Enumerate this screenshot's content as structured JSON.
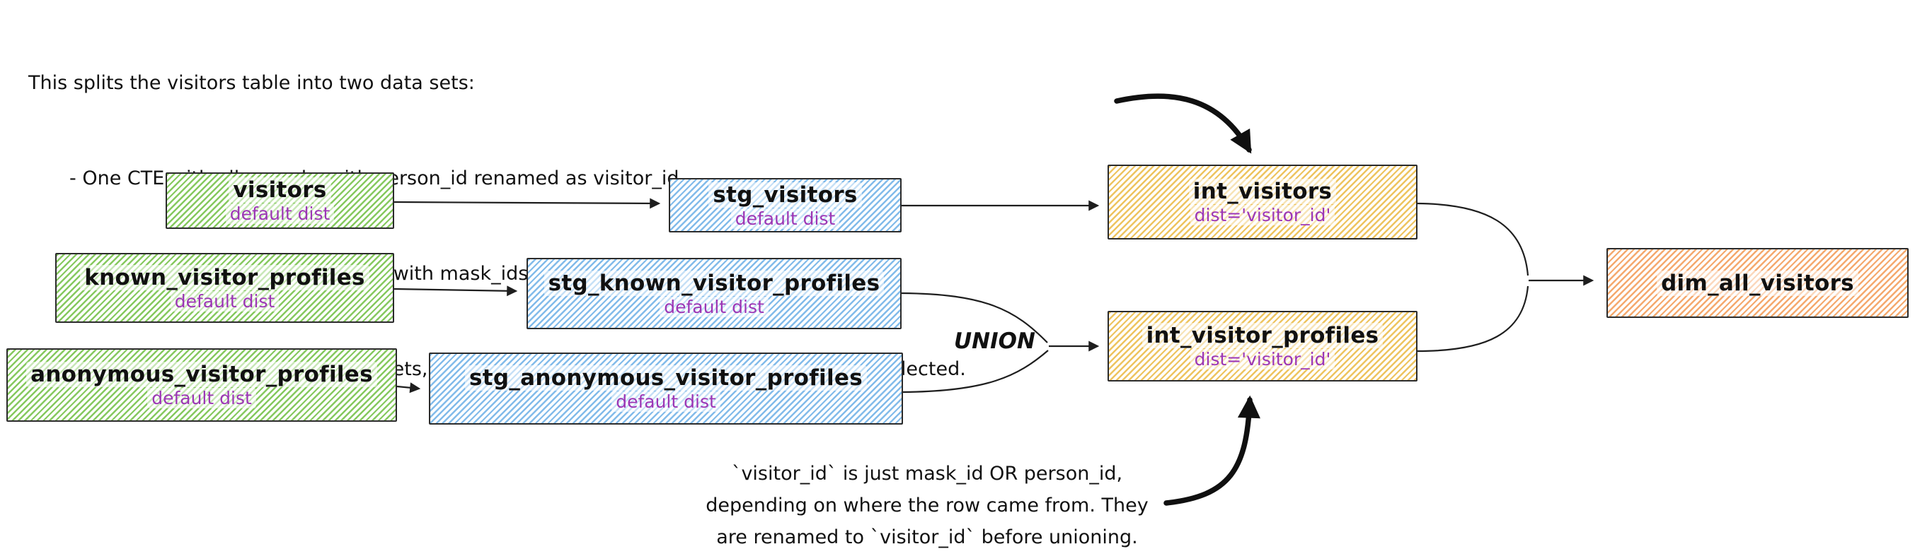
{
  "top_note": {
    "lines": [
      "This splits the visitors table into two data sets:",
      "- One CTE with all records, with person_id renamed as visitor_id.",
      "- One CTE filtered to only records with mask_ids, with mask_id renamed as visitor_id",
      "- One CTE to union the two data sets, which results in a grain of one row per profile collected."
    ]
  },
  "bottom_note": {
    "lines": [
      "`visitor_id` is just mask_id OR person_id,",
      "depending on where the row came from. They",
      "are renamed to `visitor_id` before unioning."
    ]
  },
  "union_label": "UNION",
  "nodes": {
    "visitors": {
      "title": "visitors",
      "subtitle": "default dist",
      "fill": "#86c95f"
    },
    "stg_visitors": {
      "title": "stg_visitors",
      "subtitle": "default dist",
      "fill": "#82bbea"
    },
    "int_visitors": {
      "title": "int_visitors",
      "subtitle": "dist='visitor_id'",
      "fill": "#eec45f"
    },
    "known_visitor_profiles": {
      "title": "known_visitor_profiles",
      "subtitle": "default dist",
      "fill": "#86c95f"
    },
    "stg_known_visitor_profiles": {
      "title": "stg_known_visitor_profiles",
      "subtitle": "default dist",
      "fill": "#82bbea"
    },
    "anonymous_visitor_profiles": {
      "title": "anonymous_visitor_profiles",
      "subtitle": "default dist",
      "fill": "#86c95f"
    },
    "stg_anonymous_visitor_profiles": {
      "title": "stg_anonymous_visitor_profiles",
      "subtitle": "default dist",
      "fill": "#82bbea"
    },
    "int_visitor_profiles": {
      "title": "int_visitor_profiles",
      "subtitle": "dist='visitor_id'",
      "fill": "#eec45f"
    },
    "dim_all_visitors": {
      "title": "dim_all_visitors",
      "fill": "#f5a96e"
    }
  },
  "colors": {
    "ink": "#1e1e1e",
    "subtitle_purple": "#9c36b5",
    "source_green": "#86c95f",
    "staging_blue": "#82bbea",
    "intermediate_yellow": "#eec45f",
    "mart_orange": "#f5a96e",
    "background": "#ffffff"
  }
}
